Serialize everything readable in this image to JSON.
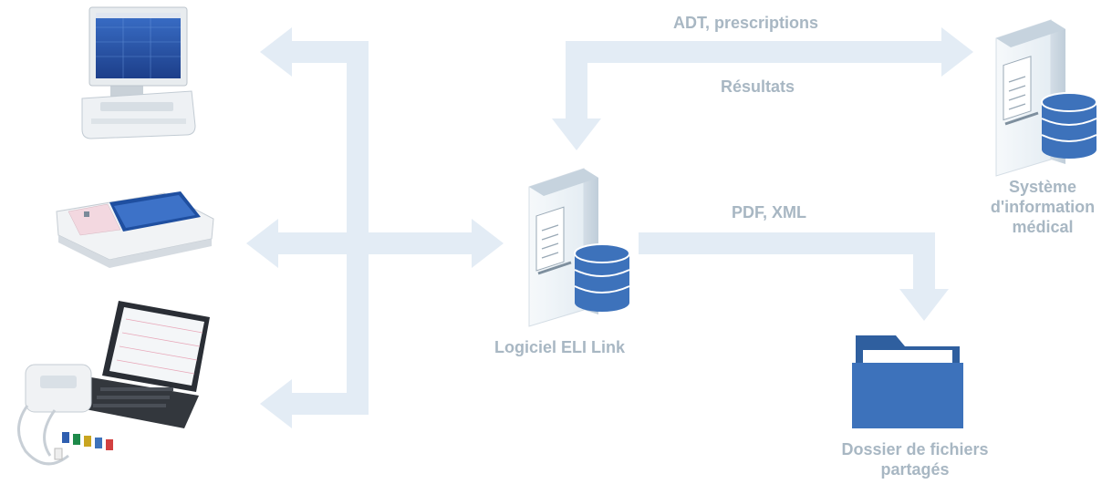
{
  "labels": {
    "adt": "ADT, prescriptions",
    "resultats": "Résultats",
    "pdf_xml": "PDF, XML",
    "eli_link": "Logiciel ELI Link",
    "systeme_line1": "Système",
    "systeme_line2": "d'information",
    "systeme_line3": "médical",
    "dossier_line1": "Dossier de fichiers",
    "dossier_line2": "partagés"
  },
  "colors": {
    "arrow": "#e3ecf5",
    "label_text": "#a8b7c3",
    "database": "#3d72bb",
    "folder": "#3d72bb",
    "server_body": "#eef3f7",
    "server_shadow": "#cbd8e2"
  },
  "icons": [
    "ecg-cart-device",
    "ecg-portable-device",
    "tablet-ecg-device",
    "server-icon",
    "database-icon",
    "folder-icon"
  ]
}
